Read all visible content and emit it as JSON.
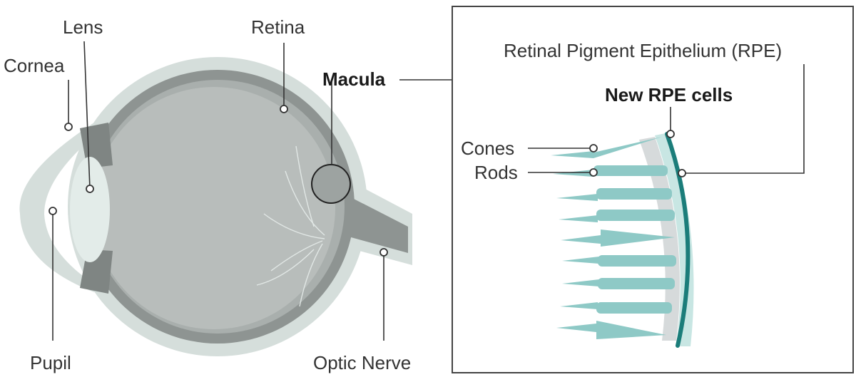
{
  "eye_labels": {
    "cornea": "Cornea",
    "lens": "Lens",
    "retina": "Retina",
    "macula": "Macula",
    "pupil": "Pupil",
    "optic_nerve": "Optic Nerve"
  },
  "inset_labels": {
    "rpe": "Retinal Pigment Epithelium (RPE)",
    "new_rpe_cells": "New RPE cells",
    "cones": "Cones",
    "rods": "Rods"
  },
  "colors": {
    "sclera": "#d5dedb",
    "choroid": "#8e9492",
    "eye_interior": "#b8bdbb",
    "lens": "#e3ece9",
    "photoreceptor": "#8ec9c6",
    "rpe_line": "#1b7d7a",
    "rpe_layer": "#c8e6e3"
  }
}
